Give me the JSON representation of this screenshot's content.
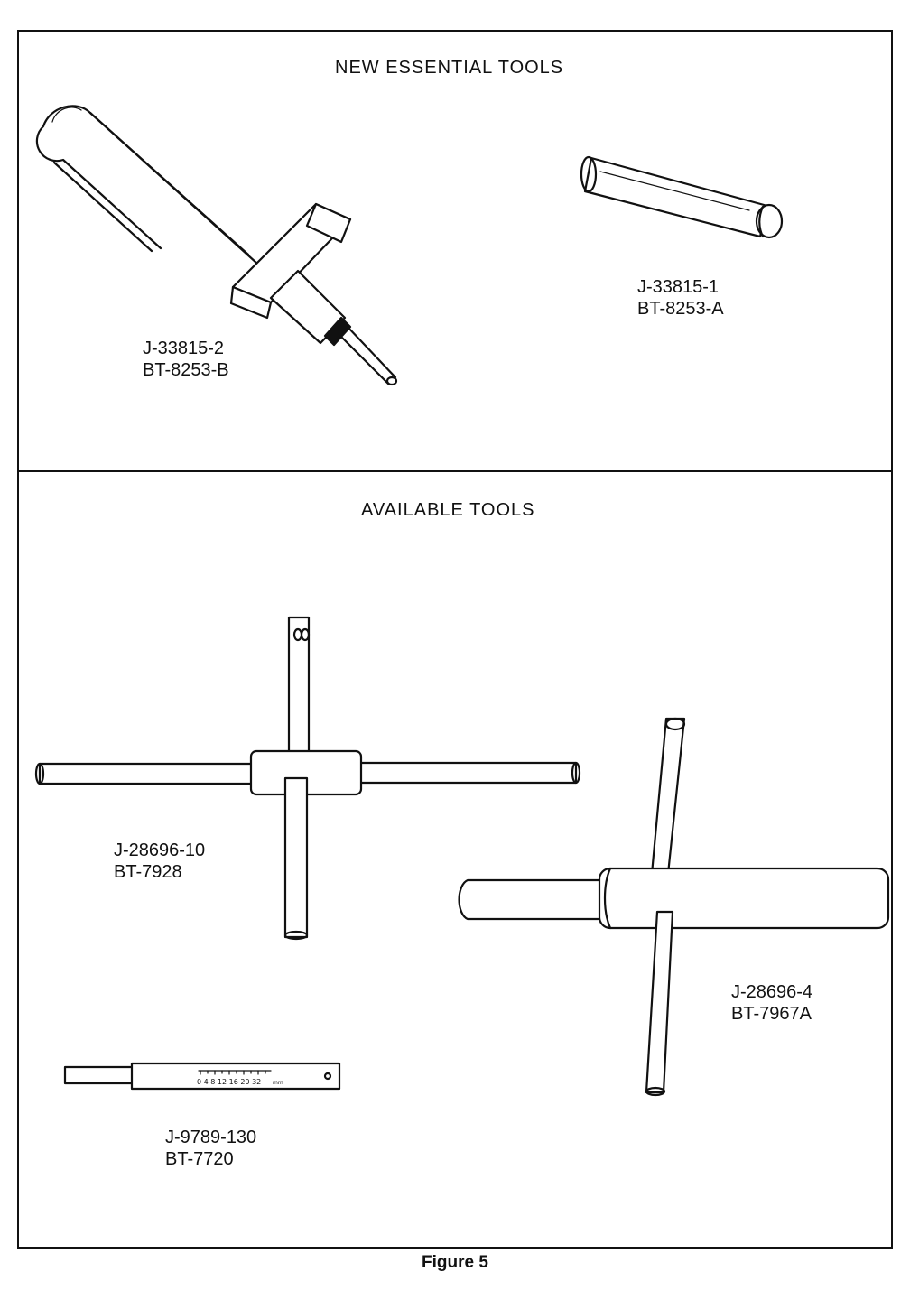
{
  "sections": {
    "top_heading": "NEW ESSENTIAL TOOLS",
    "bottom_heading": "AVAILABLE TOOLS"
  },
  "tools": {
    "seal_installer": {
      "part": "J-33815-2",
      "alt": "BT-8253-B"
    },
    "pin": {
      "part": "J-33815-1",
      "alt": "BT-8253-A"
    },
    "cross_wrench_small": {
      "part": "J-28696-10",
      "alt": "BT-7928"
    },
    "cross_wrench_large": {
      "part": "J-28696-4",
      "alt": "BT-7967A"
    },
    "gauge": {
      "part": "J-9789-130",
      "alt": "BT-7720",
      "scale_text": "0 4 8 12 16 20  32",
      "unit": "mm"
    }
  },
  "caption": "Figure 5"
}
